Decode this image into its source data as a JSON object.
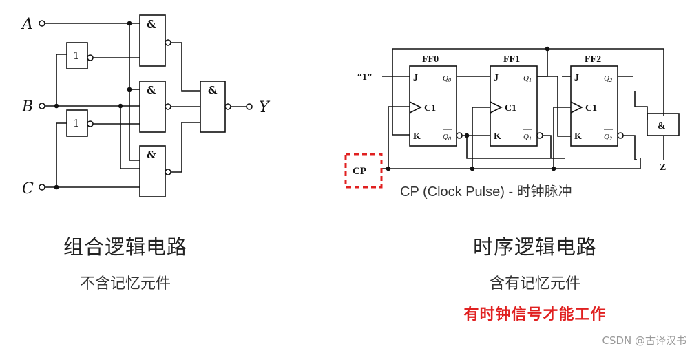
{
  "combinational": {
    "title": "组合逻辑电路",
    "subtitle": "不含记忆元件",
    "inputs": [
      "A",
      "B",
      "C"
    ],
    "output": "Y",
    "and_label": "&",
    "not_label": "1"
  },
  "sequential": {
    "title": "时序逻辑电路",
    "subtitle": "含有记忆元件",
    "highlight": "有时钟信号才能工作",
    "flipflops": [
      {
        "name": "FF0",
        "q": "Q",
        "qsub": "0"
      },
      {
        "name": "FF1",
        "q": "Q",
        "qsub": "1"
      },
      {
        "name": "FF2",
        "q": "Q",
        "qsub": "2"
      }
    ],
    "pin_j": "J",
    "pin_k": "K",
    "pin_c1": "C1",
    "one_input": "“1”",
    "cp_label": "CP",
    "cp_note": "CP (Clock Pulse) - 时钟脉冲",
    "output": "Z",
    "and_label": "&"
  },
  "watermark": "CSDN @古译汉书",
  "colors": {
    "highlight": "#e02020",
    "line": "#111111"
  }
}
